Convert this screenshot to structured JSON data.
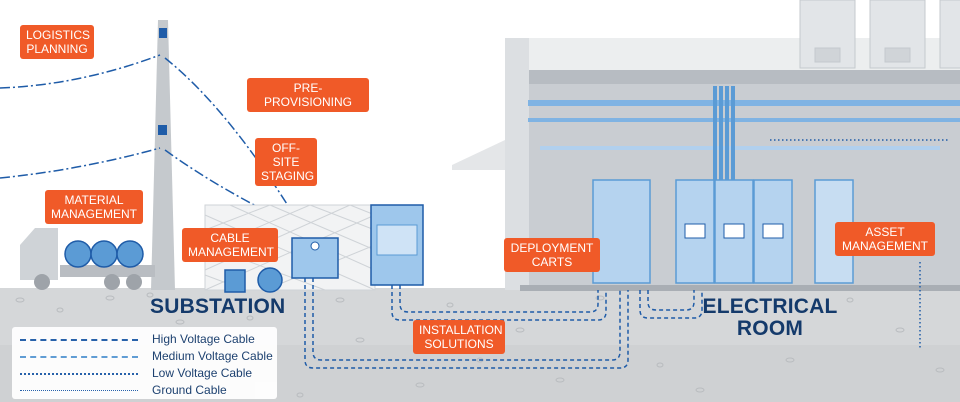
{
  "labels": {
    "logistics_planning": "LOGISTICS\nPLANNING",
    "pre_provisioning": "PRE-PROVISIONING",
    "off_site_staging": "OFF-SITE\nSTAGING",
    "material_management": "MATERIAL\nMANAGEMENT",
    "cable_management": "CABLE\nMANAGEMENT",
    "deployment_carts": "DEPLOYMENT\nCARTS",
    "installation_solutions": "INSTALLATION\nSOLUTIONS",
    "asset_management": "ASSET\nMANAGEMENT"
  },
  "areas": {
    "substation": "SUBSTATION",
    "electrical_room": "ELECTRICAL\nROOM"
  },
  "legend": [
    {
      "name": "High Voltage Cable",
      "style": "dash-dot"
    },
    {
      "name": "Medium Voltage Cable",
      "style": "dashed"
    },
    {
      "name": "Low Voltage Cable",
      "style": "short-dash"
    },
    {
      "name": "Ground Cable",
      "style": "dotted"
    }
  ],
  "colors": {
    "callout": "#f05a28",
    "heading": "#143a6b",
    "cable": "#1f5ca8",
    "equipment": "#7fb3e3",
    "building": "#c9cdd2",
    "ground": "#d4d6d8"
  }
}
